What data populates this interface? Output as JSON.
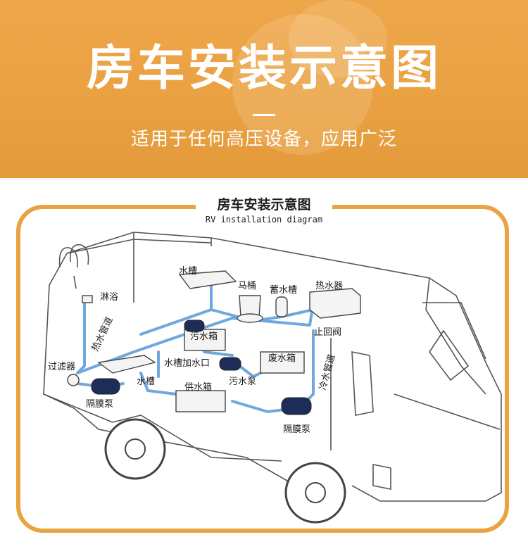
{
  "banner": {
    "title": "房车安装示意图",
    "subtitle": "适用于任何高压设备，应用广泛"
  },
  "diagram": {
    "title_zh": "房车安装示意图",
    "title_en": "RV installation diagram",
    "labels": {
      "shower": "淋浴",
      "hot_water_pipe": "热水管道",
      "filter": "过滤器",
      "diaphragm_pump_left": "隔膜泵",
      "sink_top": "水槽",
      "sink_bottom": "水槽",
      "toilet": "马桶",
      "storage_tank": "蓄水槽",
      "water_heater": "热水器",
      "check_valve": "止回阀",
      "sewage_tank": "污水箱",
      "sink_inlet": "水槽加水口",
      "sewage_pump": "污水泵",
      "waste_tank": "废水箱",
      "cold_water_pipe": "冷水管道",
      "supply_tank": "供水箱",
      "diaphragm_pump_right": "隔膜泵"
    }
  },
  "colors": {
    "accent": "#e9a33f",
    "pipe": "#6fa8dc",
    "outline": "#555555"
  }
}
